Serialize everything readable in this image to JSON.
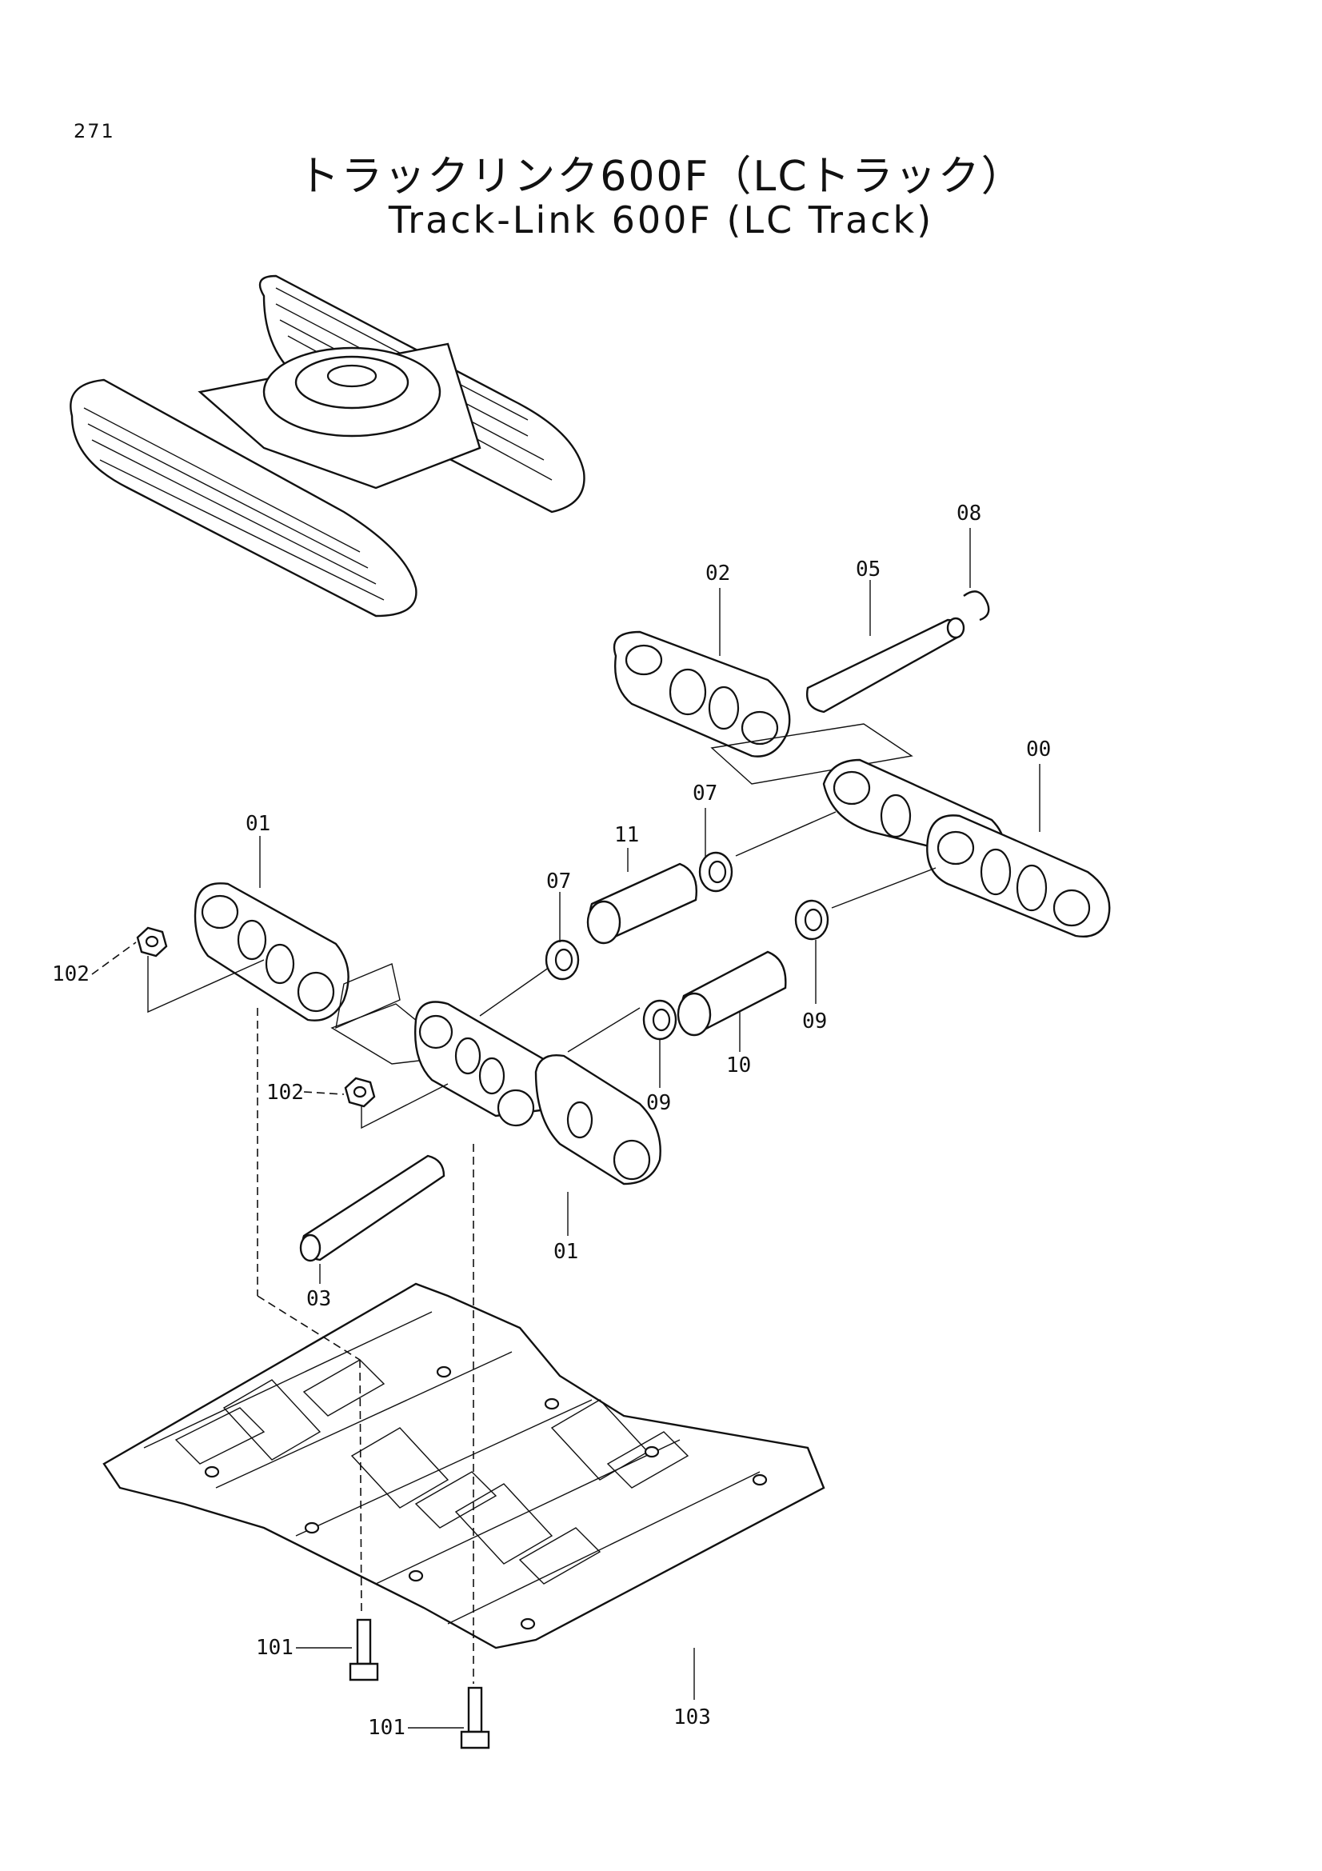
{
  "page": {
    "number": "271"
  },
  "title": {
    "japanese": "トラックリンク600F（LCトラック）",
    "english": "Track-Link 600F (LC Track)"
  },
  "callouts": [
    "00",
    "01",
    "01",
    "02",
    "03",
    "05",
    "07",
    "07",
    "08",
    "09",
    "09",
    "10",
    "11",
    "101",
    "101",
    "102",
    "102",
    "103"
  ]
}
